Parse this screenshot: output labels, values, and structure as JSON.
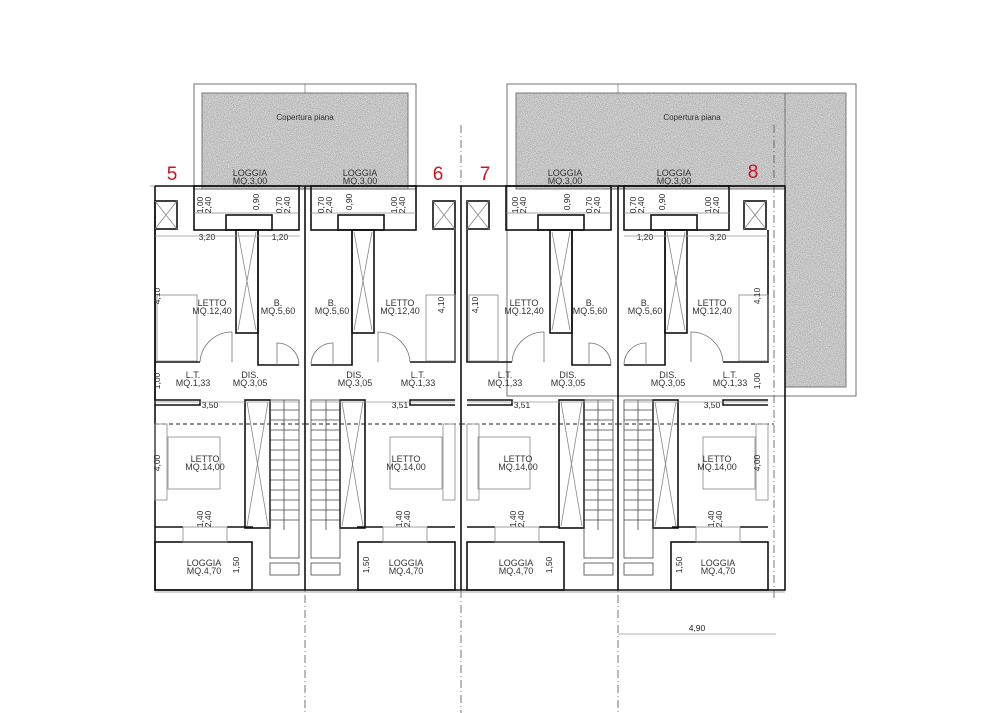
{
  "drawing": {
    "type": "floor plan",
    "roof_label": "Copertura piana",
    "colors": {
      "unit_number": "#c8161d",
      "walls": "#111111",
      "hatch": "#9a9a9a"
    },
    "units": [
      {
        "number": "5",
        "loggia_top": {
          "name": "LOGGIA",
          "area": "MQ.3,00"
        },
        "letto_small": {
          "name": "LETTO",
          "area": "MQ.12,40"
        },
        "bagno": {
          "name": "B.",
          "area": "MQ.5,60"
        },
        "lt": {
          "name": "L.T.",
          "area": "MQ.1,33"
        },
        "dis": {
          "name": "DIS.",
          "area": "MQ.3,05"
        },
        "letto_large": {
          "name": "LETTO",
          "area": "MQ.14,00"
        },
        "loggia_bottom": {
          "name": "LOGGIA",
          "area": "MQ.4,70"
        },
        "dims": {
          "w1": "1,00",
          "h1": "2,40",
          "d090": "0,90",
          "w2": "0,70",
          "h2": "2,40",
          "room_w": "3,20",
          "bath_w": "1,20",
          "room_h": "4,10",
          "lt_h": "1,00",
          "width2": "3,50",
          "room2_h": "4,00",
          "win_w": "1,40",
          "win_h": "2,40",
          "loggia_h": "1,50"
        }
      },
      {
        "number": "6",
        "loggia_top": {
          "name": "LOGGIA",
          "area": "MQ.3,00"
        },
        "letto_small": {
          "name": "LETTO",
          "area": "MQ.12,40"
        },
        "bagno": {
          "name": "B.",
          "area": "MQ.5,60"
        },
        "lt": {
          "name": "L.T.",
          "area": "MQ.1,33"
        },
        "dis": {
          "name": "DIS.",
          "area": "MQ.3,05"
        },
        "letto_large": {
          "name": "LETTO",
          "area": "MQ.14,00"
        },
        "loggia_bottom": {
          "name": "LOGGIA",
          "area": "MQ.4,70"
        },
        "dims": {
          "w1": "1,00",
          "h1": "2,40",
          "d090": "0,90",
          "w2": "0,70",
          "h2": "2,40",
          "room_h": "4,10",
          "width2": "3,51",
          "win_w": "1,40",
          "win_h": "2,40",
          "loggia_h": "1,50"
        }
      },
      {
        "number": "7",
        "loggia_top": {
          "name": "LOGGIA",
          "area": "MQ.3,00"
        },
        "letto_small": {
          "name": "LETTO",
          "area": "MQ.12,40"
        },
        "bagno": {
          "name": "B.",
          "area": "MQ.5,60"
        },
        "lt": {
          "name": "L.T.",
          "area": "MQ.1,33"
        },
        "dis": {
          "name": "DIS.",
          "area": "MQ.3,05"
        },
        "letto_large": {
          "name": "LETTO",
          "area": "MQ.14,00"
        },
        "loggia_bottom": {
          "name": "LOGGIA",
          "area": "MQ.4,70"
        },
        "dims": {
          "w1": "1,00",
          "h1": "2,40",
          "d090": "0,90",
          "w2": "0,70",
          "h2": "2,40",
          "room_h": "4,10",
          "width2": "3,51",
          "win_w": "1,40",
          "win_h": "2,40",
          "loggia_h": "1,50"
        }
      },
      {
        "number": "8",
        "loggia_top": {
          "name": "LOGGIA",
          "area": "MQ.3,00"
        },
        "letto_small": {
          "name": "LETTO",
          "area": "MQ.12,40"
        },
        "bagno": {
          "name": "B.",
          "area": "MQ.5,60"
        },
        "lt": {
          "name": "L.T.",
          "area": "MQ.1,33"
        },
        "dis": {
          "name": "DIS.",
          "area": "MQ.3,05"
        },
        "letto_large": {
          "name": "LETTO",
          "area": "MQ.14,00"
        },
        "loggia_bottom": {
          "name": "LOGGIA",
          "area": "MQ.4,70"
        },
        "dims": {
          "w1": "1,00",
          "h1": "2,40",
          "d090": "0,90",
          "w2": "0,70",
          "h2": "2,40",
          "room_w": "3,20",
          "bath_w": "1,20",
          "room_h": "4,10",
          "lt_h": "1,00",
          "width2": "3,50",
          "room2_h": "4,00",
          "win_w": "1,40",
          "win_h": "2,40",
          "loggia_h": "1,50"
        }
      }
    ],
    "overall_dim": "4,90"
  }
}
